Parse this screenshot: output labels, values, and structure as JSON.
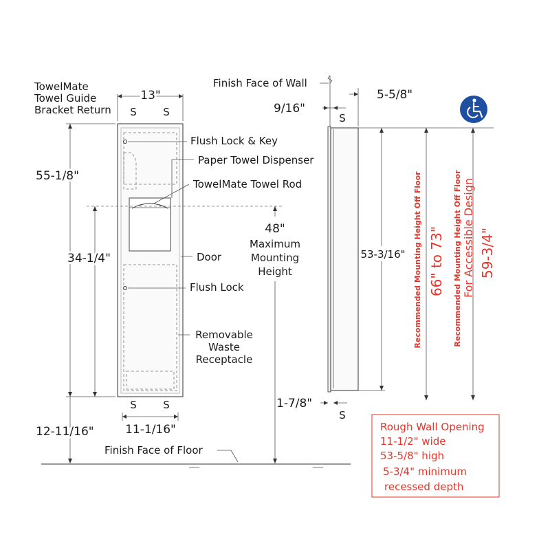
{
  "labels": {
    "towelmate_guide": [
      "TowelMate",
      "Towel Guide",
      "Bracket Return"
    ],
    "width_13": "13\"",
    "s": "S",
    "flush_lock_key": "Flush Lock & Key",
    "paper_towel_dispenser": "Paper Towel Dispenser",
    "towelmate_rod": "TowelMate Towel Rod",
    "height_55": "55-1/8\"",
    "height_48": "48\"",
    "max_mount": [
      "Maximum",
      "Mounting",
      "Height"
    ],
    "height_34": "34-1/4\"",
    "door": "Door",
    "flush_lock": "Flush Lock",
    "removable_waste": [
      "Removable",
      "Waste",
      "Receptacle"
    ],
    "width_11": "11-1/16\"",
    "height_12": "12-11/16\"",
    "finish_floor": "Finish Face of Floor",
    "finish_wall": "Finish Face of Wall",
    "depth_9_16": "9/16\"",
    "depth_5_5_8": "5-5/8\"",
    "height_53": "53-3/16\"",
    "depth_1_7_8": "1-7/8\"",
    "rec_height_1": "Recommended Mounting Height Off Floor",
    "range_66_73": "66\" to 73\"",
    "rec_height_2": "Recommended Mounting Height Off Floor",
    "accessible": "For Accessible Design",
    "height_59": "59-3/4\""
  },
  "rough_opening": {
    "lines": [
      "Rough Wall Opening",
      "11-1/2\" wide",
      "53-5/8\" high",
      "5-3/4\" minimum",
      "recessed depth"
    ]
  },
  "colors": {
    "accent_red": "#e8342a",
    "ada_blue": "#1f4fa0"
  },
  "icons": {
    "accessibility": "wheelchair-icon"
  }
}
